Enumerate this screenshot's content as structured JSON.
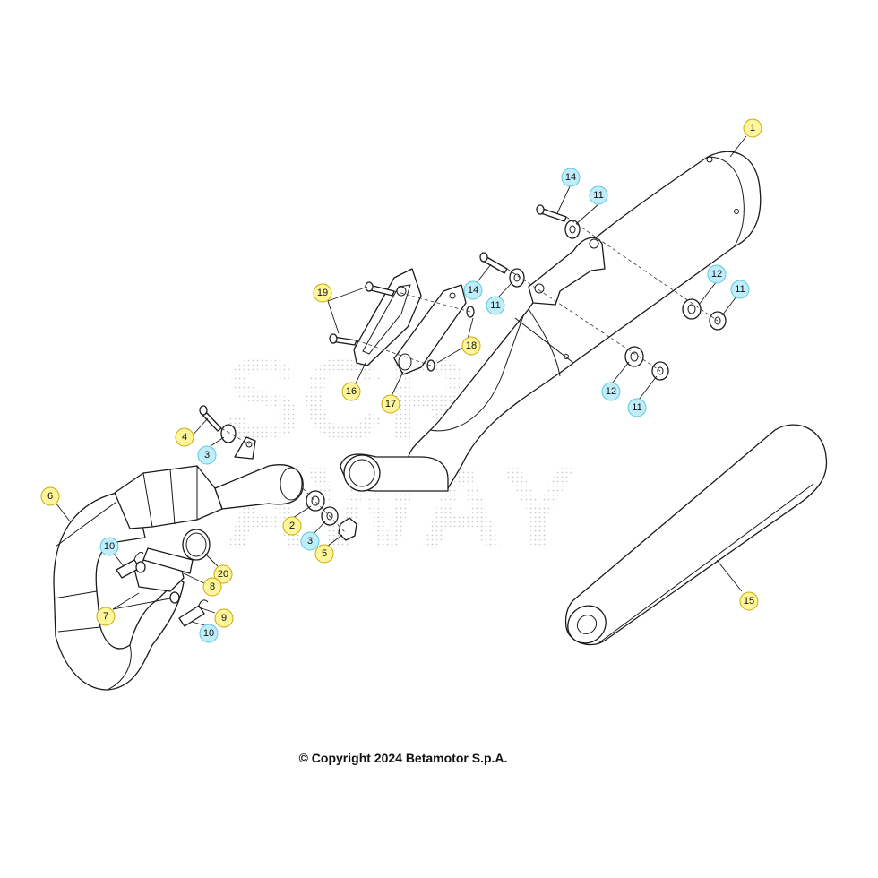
{
  "copyright": "© Copyright 2024 Betamotor S.p.A.",
  "watermark": "SCRAWAY",
  "colors": {
    "callout_yellow": "#fff59a",
    "callout_blue": "#bfeefa",
    "callout_stroke": "#caa800",
    "callout_stroke_blue": "#5ac8e0"
  },
  "callouts": [
    {
      "label": "1",
      "color": "yellow"
    },
    {
      "label": "14",
      "color": "blue"
    },
    {
      "label": "11",
      "color": "blue"
    },
    {
      "label": "14",
      "color": "blue"
    },
    {
      "label": "11",
      "color": "blue"
    },
    {
      "label": "12",
      "color": "blue"
    },
    {
      "label": "11",
      "color": "blue"
    },
    {
      "label": "19",
      "color": "yellow"
    },
    {
      "label": "18",
      "color": "yellow"
    },
    {
      "label": "16",
      "color": "yellow"
    },
    {
      "label": "17",
      "color": "yellow"
    },
    {
      "label": "12",
      "color": "blue"
    },
    {
      "label": "11",
      "color": "blue"
    },
    {
      "label": "4",
      "color": "yellow"
    },
    {
      "label": "3",
      "color": "blue"
    },
    {
      "label": "6",
      "color": "yellow"
    },
    {
      "label": "2",
      "color": "yellow"
    },
    {
      "label": "3",
      "color": "blue"
    },
    {
      "label": "5",
      "color": "yellow"
    },
    {
      "label": "10",
      "color": "blue"
    },
    {
      "label": "20",
      "color": "yellow"
    },
    {
      "label": "8",
      "color": "yellow"
    },
    {
      "label": "7",
      "color": "yellow"
    },
    {
      "label": "9",
      "color": "yellow"
    },
    {
      "label": "10",
      "color": "blue"
    },
    {
      "label": "15",
      "color": "yellow"
    }
  ]
}
